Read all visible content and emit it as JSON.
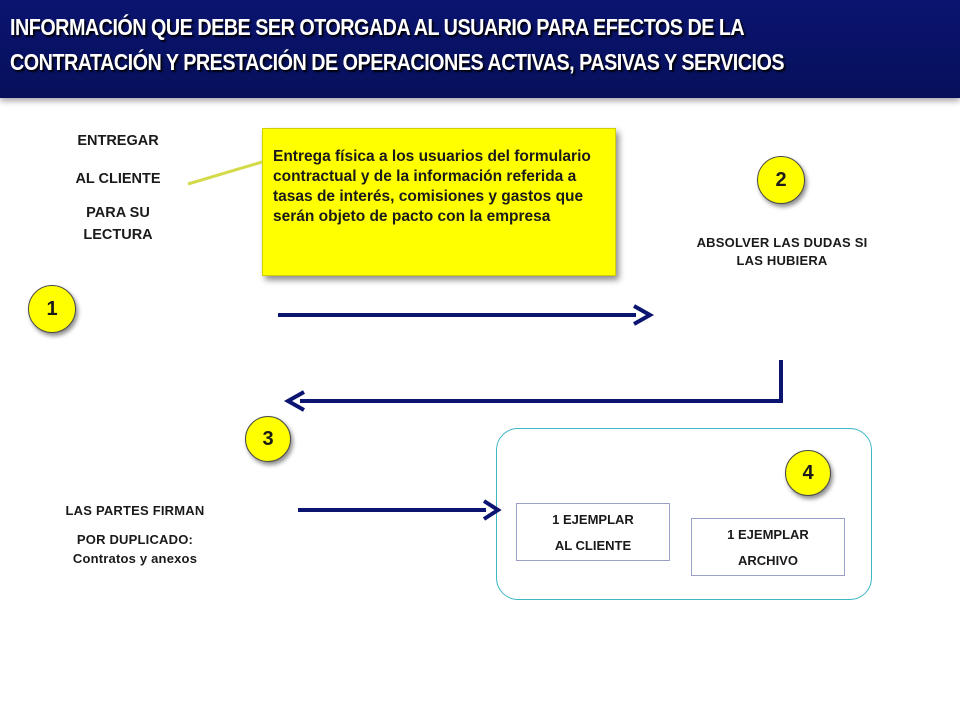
{
  "header": {
    "line1": "INFORMACIÓN QUE DEBE SER OTORGADA AL USUARIO PARA EFECTOS DE LA",
    "line2": "CONTRATACIÓN Y PRESTACIÓN DE OPERACIONES ACTIVAS, PASIVAS Y SERVICIOS"
  },
  "step1": {
    "number": "1",
    "label_line1": "ENTREGAR",
    "label_line2": "AL CLIENTE",
    "label_line3": "PARA SU",
    "label_line4": "LECTURA"
  },
  "callout": {
    "text": "Entrega física a los usuarios del formulario contractual y de la información referida a tasas de interés, comisiones y gastos que serán objeto de pacto con la empresa"
  },
  "step2": {
    "number": "2",
    "label_line1": "ABSOLVER LAS DUDAS SI",
    "label_line2": "LAS HUBIERA"
  },
  "step3": {
    "number": "3",
    "label_line1": "LAS PARTES FIRMAN",
    "label_line2": "POR DUPLICADO:",
    "label_line3": "Contratos y anexos"
  },
  "step4": {
    "number": "4",
    "copy_client_line1": "1 EJEMPLAR",
    "copy_client_line2": "AL CLIENTE",
    "copy_archive_line1": "1 EJEMPLAR",
    "copy_archive_line2": "ARCHIVO"
  },
  "colors": {
    "header_bg": "#06105a",
    "accent_yellow": "#ffff00",
    "arrow_navy": "#0b1470",
    "group_border": "#3fb6c4"
  }
}
